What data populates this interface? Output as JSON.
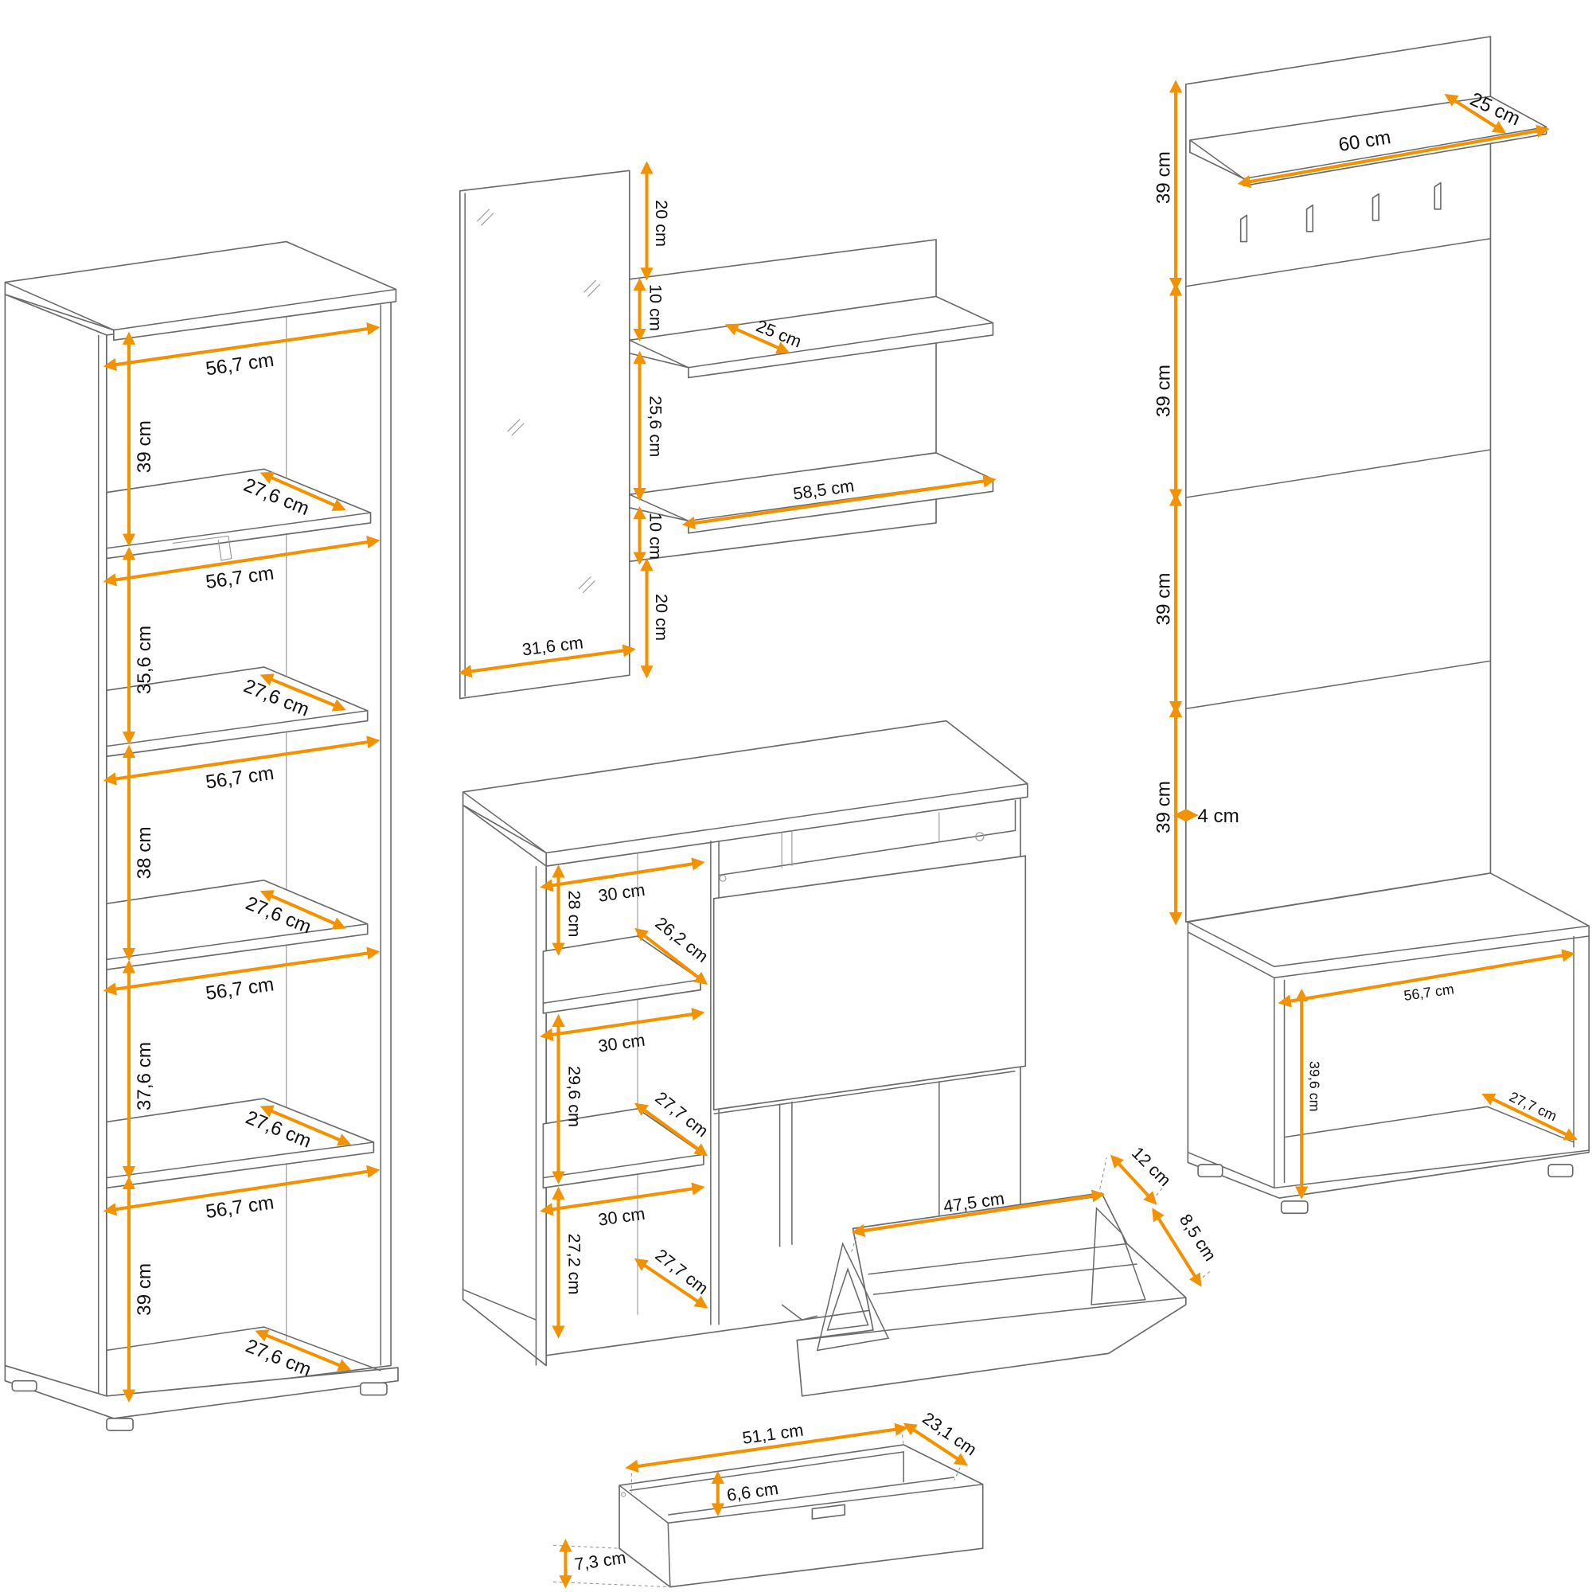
{
  "accent_color": "#f39200",
  "bookcase": {
    "widths": [
      "56,7 cm",
      "56,7 cm",
      "56,7 cm",
      "56,7 cm",
      "56,7 cm"
    ],
    "depths": [
      "27,6 cm",
      "27,6 cm",
      "27,6 cm",
      "27,6 cm",
      "27,6 cm"
    ],
    "heights": [
      "39 cm",
      "35,6 cm",
      "38 cm",
      "37,6 cm",
      "39 cm"
    ]
  },
  "mirror": {
    "width": "31,6 cm"
  },
  "wall_shelf": {
    "gaps": [
      "20 cm",
      "10 cm",
      "25,6 cm",
      "10 cm",
      "20 cm"
    ],
    "depth": "25 cm",
    "width": "58,5 cm"
  },
  "coat_rack": {
    "shelf_depth": "25 cm",
    "shelf_width": "60 cm",
    "panel_heights": [
      "39 cm",
      "39 cm",
      "39 cm",
      "39 cm"
    ],
    "panel_thickness": "4 cm",
    "bench_width": "56,7 cm",
    "bench_height": "39,6 cm",
    "bench_depth": "27,7 cm"
  },
  "shoe_cabinet": {
    "widths": [
      "30 cm",
      "30 cm",
      "30 cm"
    ],
    "heights": [
      "28 cm",
      "29,6 cm",
      "27,2 cm"
    ],
    "depths": [
      "26,2 cm",
      "27,7 cm",
      "27,7 cm"
    ],
    "flap_width": "47,5 cm",
    "flap_depth": "12 cm",
    "flap_height": "8,5 cm"
  },
  "drawer": {
    "width": "51,1 cm",
    "depth": "23,1 cm",
    "inner_height": "6,6 cm",
    "front_height": "7,3 cm"
  }
}
